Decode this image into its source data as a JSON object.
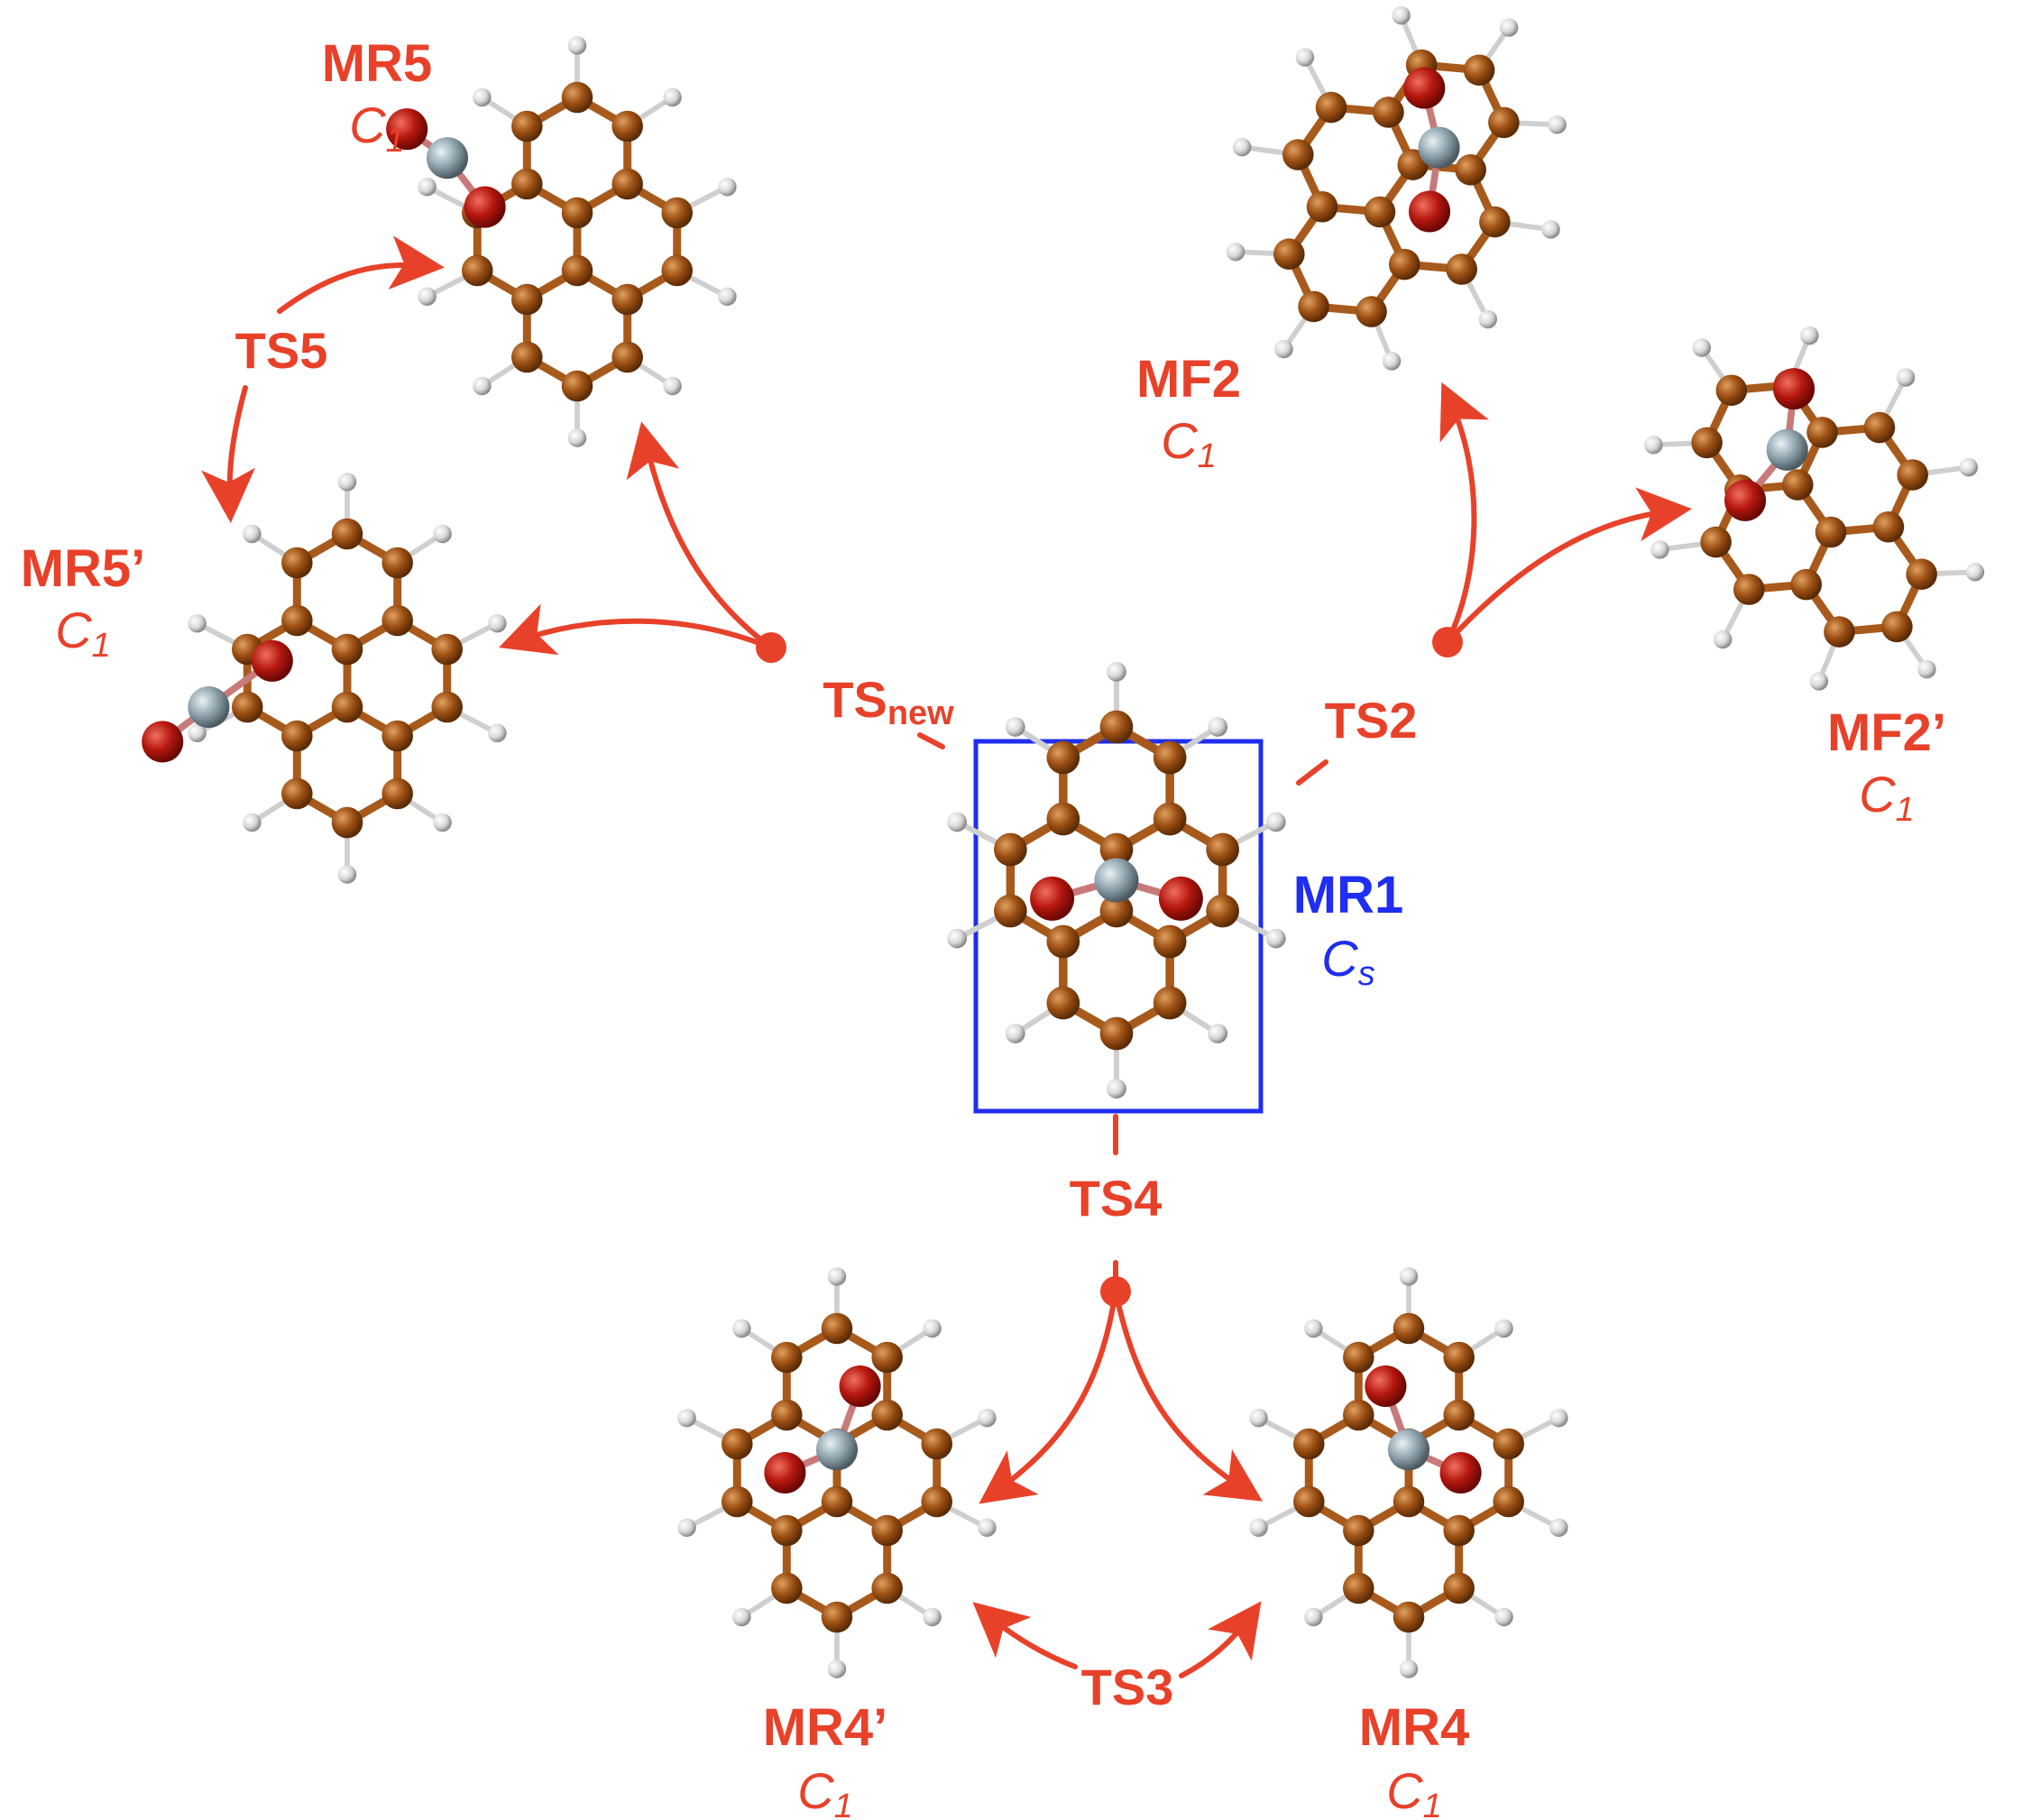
{
  "colors": {
    "accent": "#e8412a",
    "highlight": "#1f2ef0",
    "carbon": "#9c4f13",
    "oxygen": "#b5170f",
    "metal": "#8fa3ad",
    "hydrogen": "#dcdcdc",
    "bond": "#a75a1c"
  },
  "center": {
    "name": "MR1",
    "symmetry": "Cs"
  },
  "structures": [
    {
      "id": "mr5",
      "name": "MR5",
      "symmetry": "C1"
    },
    {
      "id": "mr5p",
      "name": "MR5’",
      "symmetry": "C1"
    },
    {
      "id": "mf2",
      "name": "MF2",
      "symmetry": "C1"
    },
    {
      "id": "mf2p",
      "name": "MF2’",
      "symmetry": "C1"
    },
    {
      "id": "mr4p",
      "name": "MR4’",
      "symmetry": "C1"
    },
    {
      "id": "mr4",
      "name": "MR4",
      "symmetry": "C1"
    }
  ],
  "transition_states": {
    "ts5": "TS5",
    "tsnew_base": "TS",
    "tsnew_sub": "new",
    "ts2": "TS2",
    "ts4": "TS4",
    "ts3": "TS3"
  }
}
